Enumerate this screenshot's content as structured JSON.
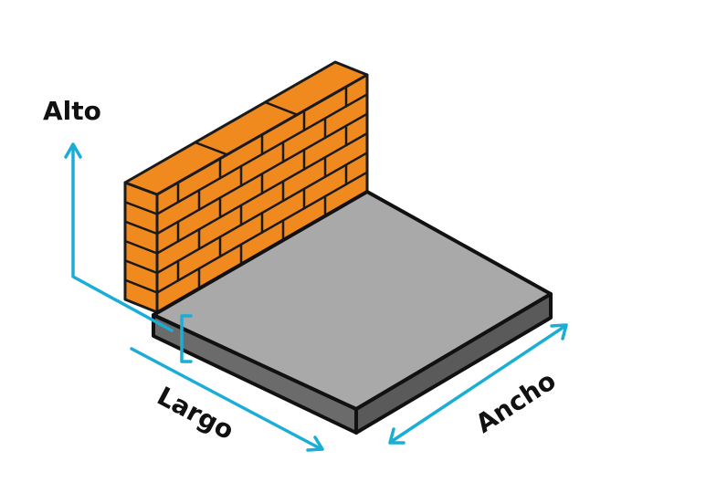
{
  "labels": {
    "height": "Alto",
    "length": "Largo",
    "width": "Ancho"
  },
  "colors": {
    "brick": "#f08a1e",
    "mortar_line": "#1a1a1a",
    "slab_top": "#a9a9a9",
    "slab_front": "#6b6b6b",
    "slab_side": "#5a5a5a",
    "dimension_line": "#1aaed6",
    "text": "#111111"
  },
  "icons": {
    "wall": "brick-wall-icon",
    "slab": "concrete-slab-icon"
  }
}
